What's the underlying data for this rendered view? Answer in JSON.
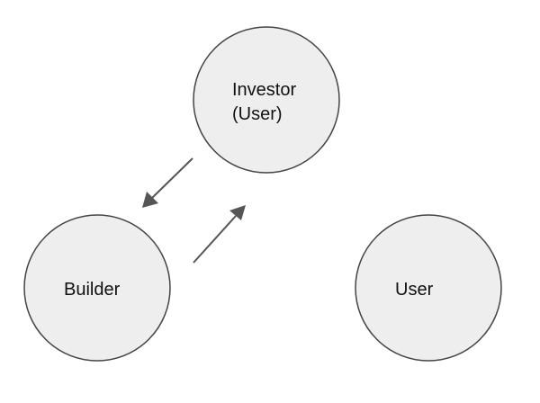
{
  "nodes": {
    "investor": {
      "label_line1": "Investor",
      "label_line2": "(User)"
    },
    "builder": {
      "label": "Builder"
    },
    "user": {
      "label": "User"
    }
  },
  "edges": [
    {
      "from": "investor",
      "to": "builder"
    },
    {
      "from": "builder",
      "to": "investor"
    }
  ],
  "colors": {
    "node_fill": "#eeeeee",
    "node_stroke": "#444444",
    "arrow": "#555555",
    "text": "#111111"
  }
}
